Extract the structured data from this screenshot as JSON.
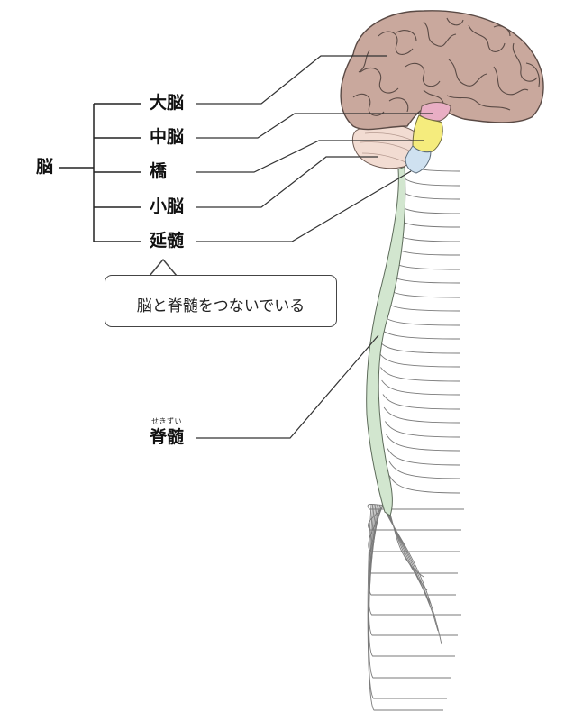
{
  "labels": {
    "brain": "脳",
    "cerebrum": "大脳",
    "midbrain": "中脳",
    "pons": "橋",
    "cerebellum": "小脳",
    "medulla": "延髄",
    "spinal_cord": "脊髄",
    "spinal_cord_ruby": "せきずい"
  },
  "callout": {
    "text": "脳と脊髄をつないでいる"
  },
  "colors": {
    "cerebrum": "#c9a89d",
    "cerebrum_outline": "#5a4a45",
    "midbrain": "#e9aec4",
    "pons": "#f5ec7d",
    "cerebellum": "#f2dcd2",
    "medulla": "#cfe1f0",
    "spinal_cord": "#d2e6cf",
    "nerve": "#7a7a7a"
  }
}
